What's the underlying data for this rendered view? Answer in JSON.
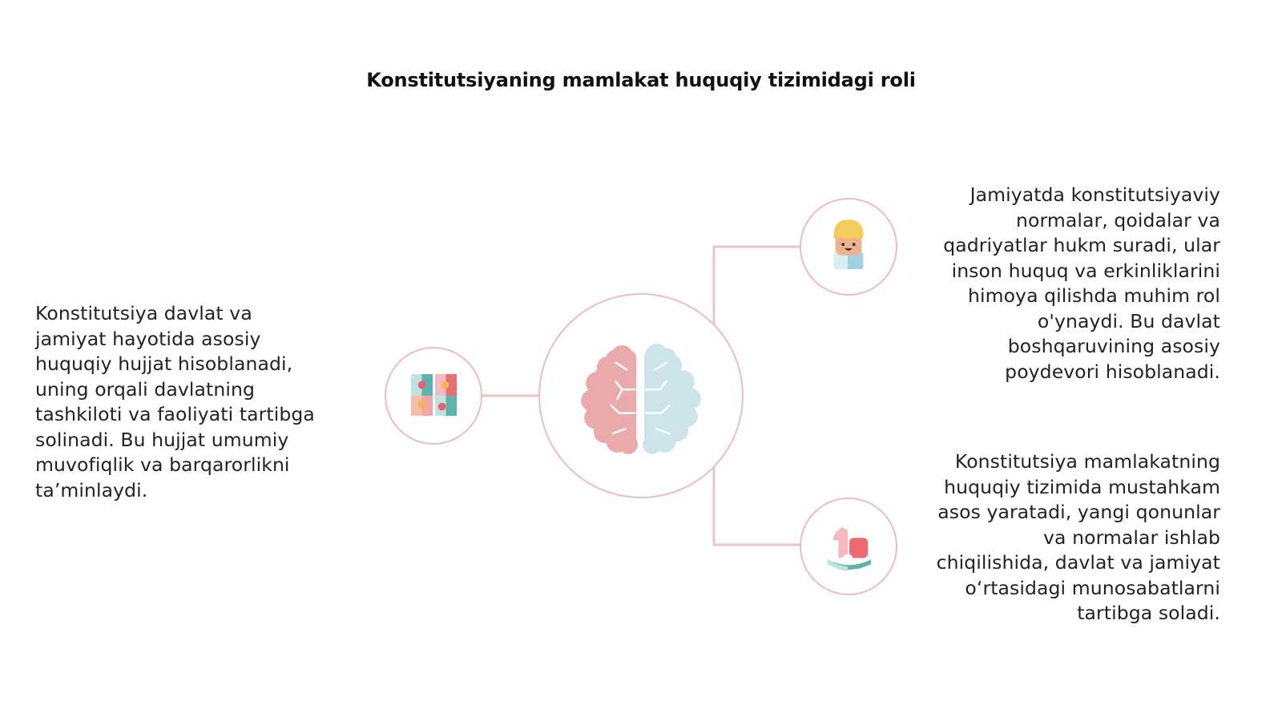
{
  "title": "Konstitutsiyaning mamlakat huquqiy tizimidagi roli",
  "colors": {
    "connector": "#eac5c8",
    "node_border": "#ebbcc0",
    "brain_left": "#eaa9ab",
    "brain_right": "#cde4ea",
    "text": "#222222"
  },
  "nodes": {
    "center": {
      "icon": "brain-icon"
    },
    "left": {
      "icon": "puzzle-icon"
    },
    "right_top": {
      "icon": "child-face-icon"
    },
    "right_bottom": {
      "icon": "rocking-horse-icon"
    }
  },
  "blocks": {
    "left": {
      "lines": [
        "Konstitutsiya davlat va",
        "jamiyat hayotida asosiy",
        "huquqiy hujjat hisoblanadi,",
        "uning orqali davlatning",
        "tashkiloti va faoliyati tartibga",
        "solinadi. Bu hujjat umumiy",
        "muvofiqlik va barqarorlikni",
        "ta’minlaydi."
      ]
    },
    "right_top": {
      "lines": [
        "Jamiyatda konstitutsiyaviy",
        "normalar, qoidalar va",
        "qadriyatlar hukm suradi, ular",
        "inson huquq va erkinliklarini",
        "himoya qilishda muhim rol",
        "o'ynaydi. Bu davlat",
        "boshqaruvining asosiy",
        "poydevori hisoblanadi."
      ]
    },
    "right_bottom": {
      "lines": [
        "Konstitutsiya mamlakatning",
        "huquqiy tizimida mustahkam",
        "asos yaratadi, yangi qonunlar",
        "va normalar ishlab",
        "chiqilishida, davlat va jamiyat",
        "o‘rtasidagi munosabatlarni",
        "tartibga soladi."
      ]
    }
  }
}
